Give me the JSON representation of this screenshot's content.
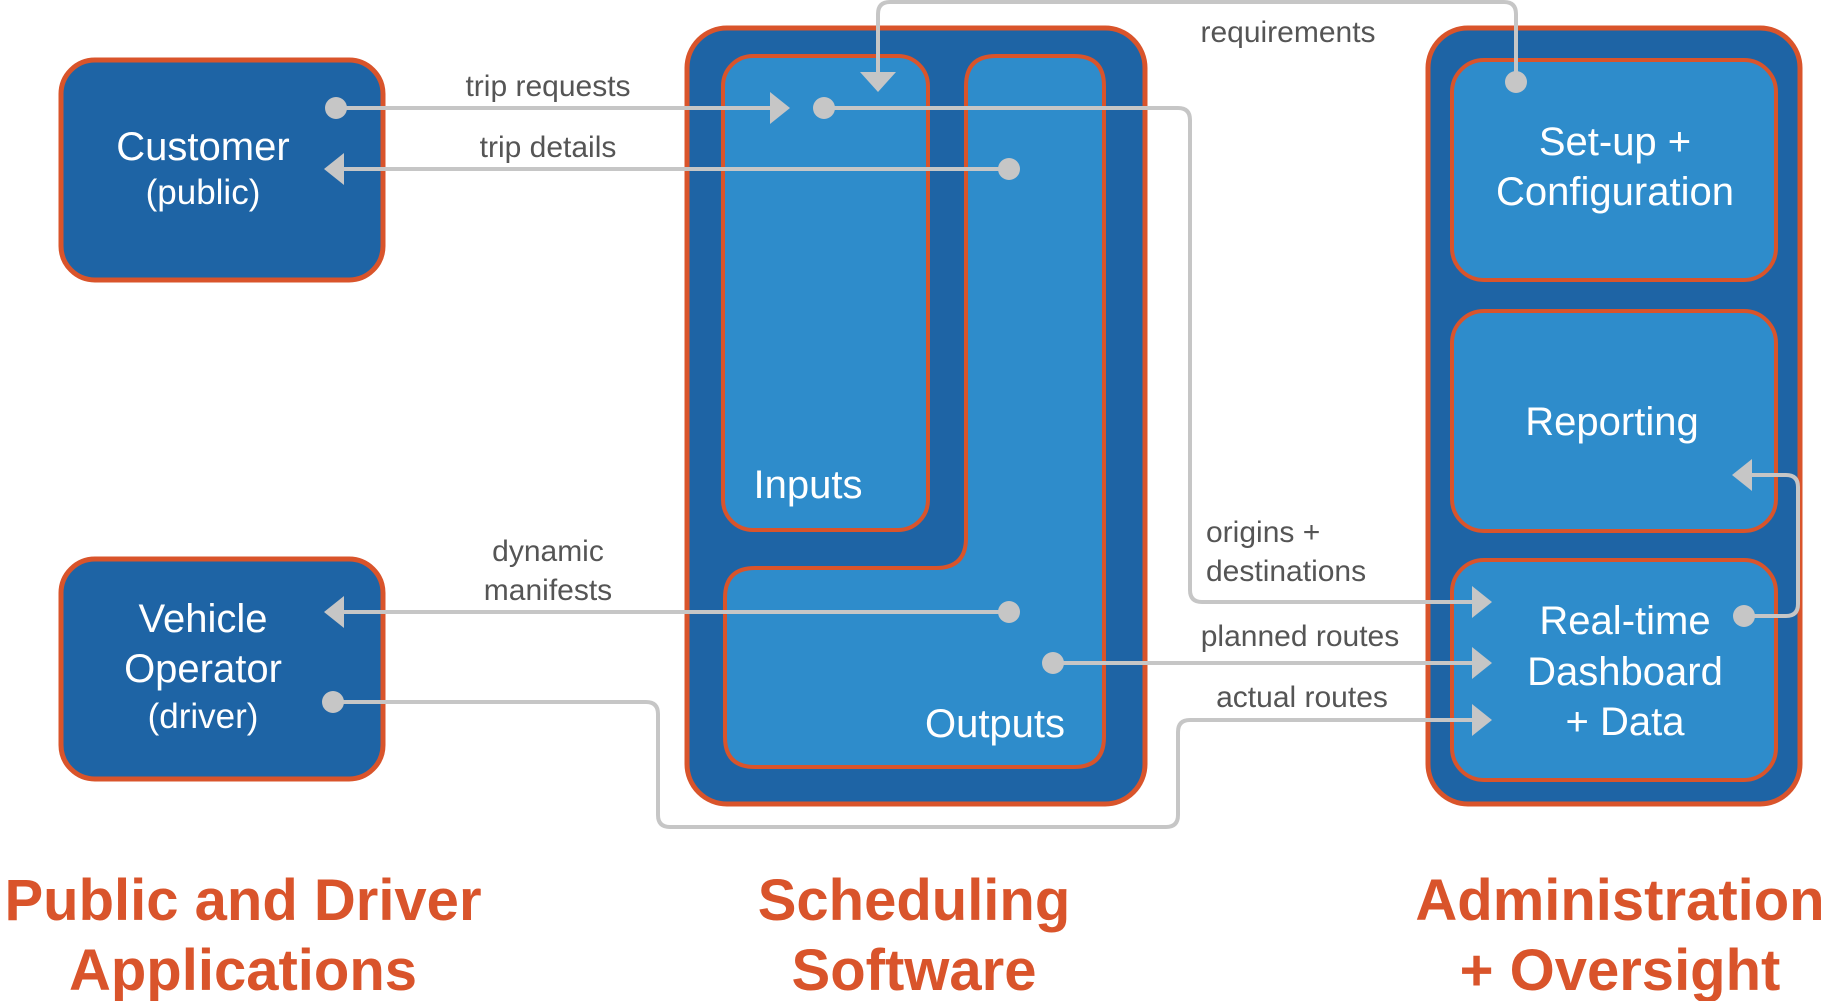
{
  "colors": {
    "accent_orange": "#d9542b",
    "dark_blue": "#1e64a5",
    "light_blue": "#2e8ccb",
    "connector_gray": "#c6c6c6",
    "label_gray": "#555555"
  },
  "groups": {
    "public": {
      "title_line1": "Public and Driver",
      "title_line2": "Applications"
    },
    "scheduling": {
      "title_line1": "Scheduling",
      "title_line2": "Software"
    },
    "admin": {
      "title_line1": "Administration",
      "title_line2": "+ Oversight"
    }
  },
  "boxes": {
    "customer": {
      "line1": "Customer",
      "line2": "(public)"
    },
    "vehicle_operator": {
      "line1": "Vehicle",
      "line2": "Operator",
      "line3": "(driver)"
    },
    "inputs": {
      "label": "Inputs"
    },
    "outputs": {
      "label": "Outputs"
    },
    "setup": {
      "line1": "Set-up +",
      "line2": "Configuration"
    },
    "reporting": {
      "label": "Reporting"
    },
    "realtime": {
      "line1": "Real-time",
      "line2": "Dashboard",
      "line3": "+ Data"
    }
  },
  "flows": {
    "requirements": "requirements",
    "trip_requests": "trip requests",
    "trip_details": "trip details",
    "dynamic_manifests_line1": "dynamic",
    "dynamic_manifests_line2": "manifests",
    "origins_destinations_line1": "origins +",
    "origins_destinations_line2": "destinations",
    "planned_routes": "planned routes",
    "actual_routes": "actual routes"
  }
}
